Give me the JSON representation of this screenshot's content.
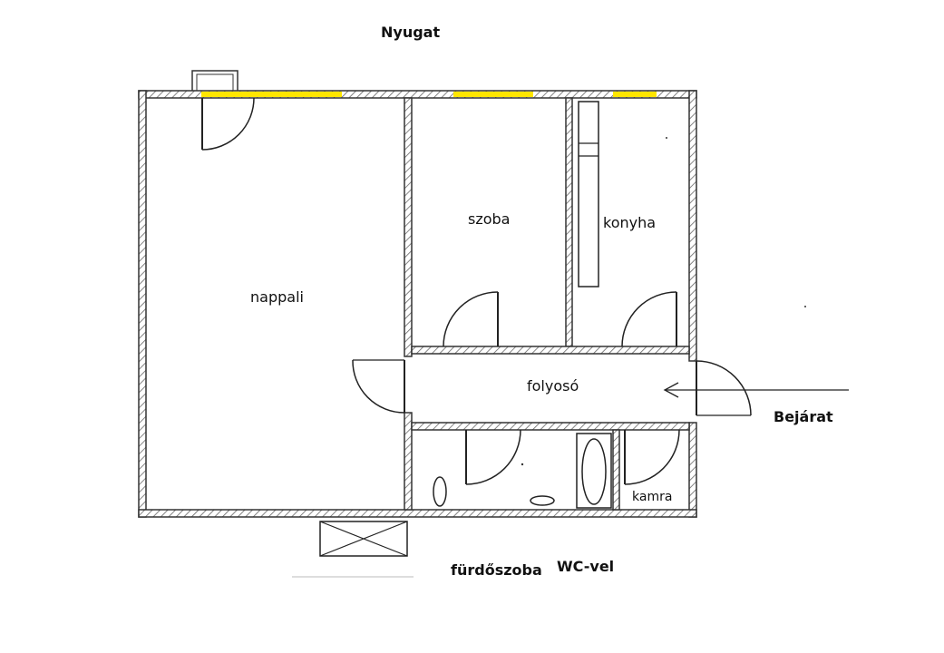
{
  "compass": {
    "west_label": "Nyugat"
  },
  "rooms": {
    "living_room": "nappali",
    "room": "szoba",
    "kitchen": "konyha",
    "corridor": "folyosó",
    "pantry": "kamra"
  },
  "labels": {
    "entrance": "Bejárat",
    "bathroom": "fürdőszoba",
    "wc": "WC-vel"
  },
  "colors": {
    "window": "#ffe600",
    "wall_outline": "#333333",
    "background": "#ffffff"
  }
}
